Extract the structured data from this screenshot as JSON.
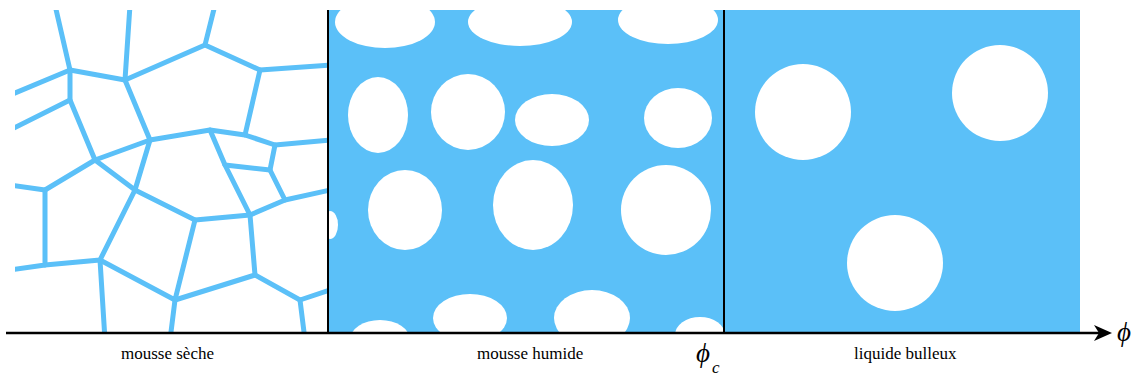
{
  "diagram": {
    "labels": [
      "mousse sèche",
      "mousse humide",
      "ϕ",
      "c",
      "liquide bulleux",
      "ϕ"
    ]
  }
}
